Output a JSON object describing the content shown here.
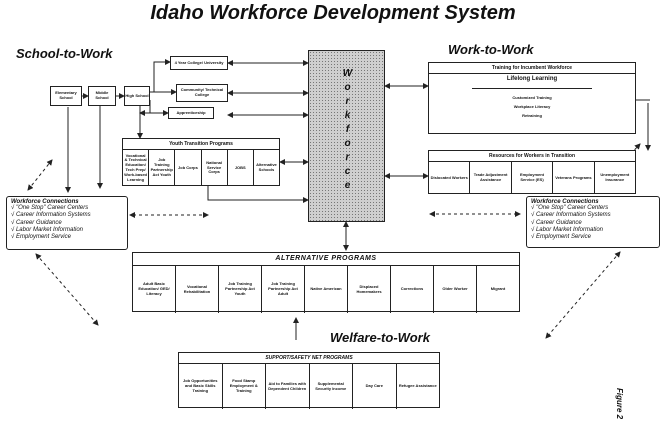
{
  "title": "Idaho Workforce Development System",
  "school_to_work": {
    "heading": "School-to-Work",
    "elementary": "Elementary School",
    "middle": "Middle School",
    "high": "High School",
    "university": "4 Year College/ University",
    "community": "Community/ Technical College",
    "apprenticeship": "Apprenticeship",
    "youth_title": "Youth Transition Programs",
    "youth_items": [
      "Vocational & Technical Education/ Tech Prep/ Work-based Learning",
      "Job Training Partnership Act Youth",
      "Job Corps",
      "National Service Corps",
      "JOBS",
      "Alternative Schools"
    ]
  },
  "workforce_label": "Workforce",
  "work_to_work": {
    "heading": "Work-to-Work",
    "incumbent_title": "Training for Incumbent Workforce",
    "lifelong": "Lifelong Learning",
    "incumbent_items": [
      "Customized Training",
      "Workplace Literacy",
      "Retraining"
    ],
    "resources_title": "Resources for Workers in Transition",
    "resources_items": [
      "Dislocated Workers",
      "Trade Adjustment Assistance",
      "Employment Service (ES)",
      "Veterans Programs",
      "Unemployment Insurance"
    ]
  },
  "connections_left": {
    "title": "Workforce Connections",
    "items": [
      "√  \"One Stop\" Career Centers",
      "√  Career Information Systems",
      "√  Career Guidance",
      "√  Labor Market Information",
      "√  Employment Service"
    ]
  },
  "connections_right": {
    "title": "Workforce Connections",
    "items": [
      "√  \"One Stop\" Career Centers",
      "√  Career Information Systems",
      "√  Career Guidance",
      "√  Labor Market Information",
      "√  Employment Service"
    ]
  },
  "alternative": {
    "title": "ALTERNATIVE PROGRAMS",
    "items": [
      "Adult Basic Education/ GED/ Literacy",
      "Vocational Rehabilitation",
      "Job Training Partnership Act Youth",
      "Job Training Partnership Act Adult",
      "Native American",
      "Displaced Homemakers",
      "Corrections",
      "Older Worker",
      "Migrant"
    ]
  },
  "welfare_to_work": {
    "heading": "Welfare-to-Work",
    "title": "SUPPORT/SAFETY NET PROGRAMS",
    "items": [
      "Job Opportunities and Basic Skills Training",
      "Food Stamp Employment & Training",
      "Aid to Families with Dependent Children",
      "Supplemental Security Income",
      "Day Care",
      "Refugee Assistance"
    ]
  },
  "figure_label": "Figure 2"
}
